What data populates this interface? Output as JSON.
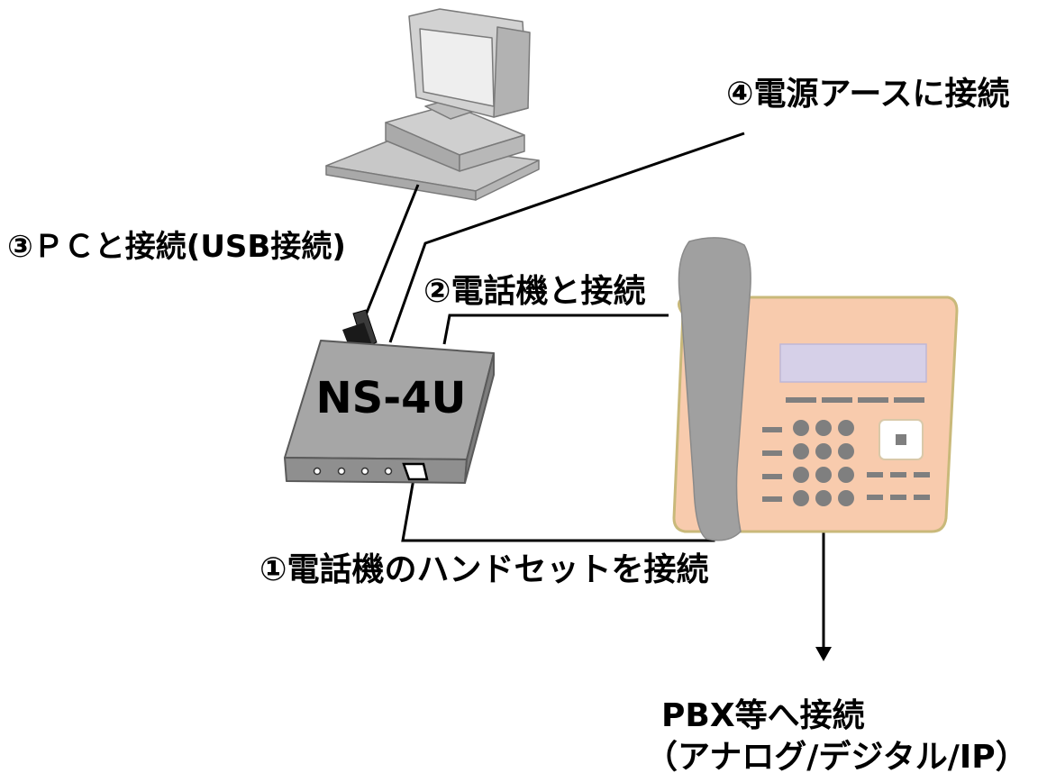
{
  "labels": {
    "handset": "①電話機のハンドセットを接続",
    "phone": "②電話機と接続",
    "pc": "③ＰＣと接続(USB接続)",
    "power": "④電源アースに接続",
    "pbx_line1": "PBX等へ接続",
    "pbx_line2": "（アナログ/デジタル/IP）"
  },
  "device": {
    "name": "NS-4U"
  },
  "colors": {
    "device": "#a6a6a6",
    "phone_body": "#f8cbad",
    "phone_border": "#c9b97a",
    "handset": "#a0a0a0",
    "display": "#d6d0e8",
    "keys": "#7f7f7f",
    "computer": "#c8c8c8",
    "wire": "#000000"
  }
}
